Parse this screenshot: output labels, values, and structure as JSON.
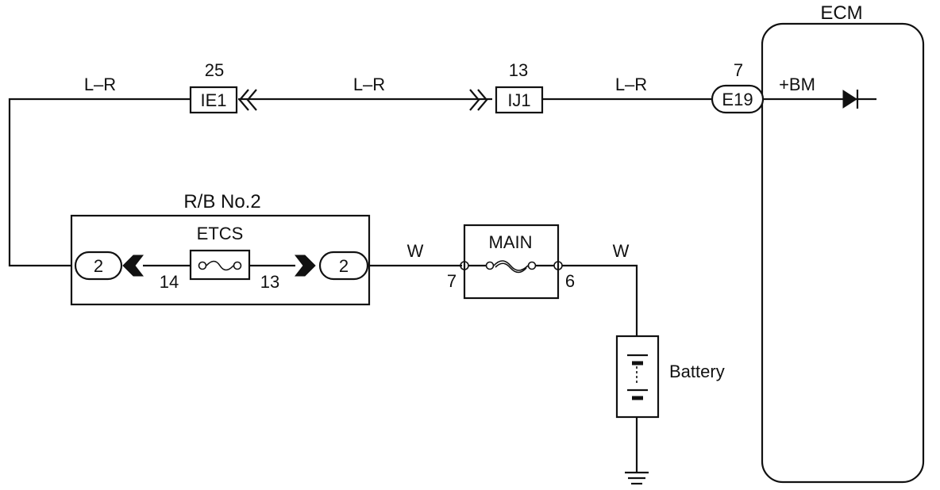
{
  "ecm": {
    "title": "ECM",
    "terminal_name": "+BM",
    "pin": "7",
    "connector": "E19"
  },
  "connectors": {
    "ie1": {
      "label": "IE1",
      "pin": "25"
    },
    "ij1": {
      "label": "IJ1",
      "pin": "13"
    }
  },
  "wires": {
    "top_left": "L–R",
    "top_mid": "L–R",
    "top_right": "L–R",
    "rb_to_main": "W",
    "main_to_battery": "W"
  },
  "relay_block": {
    "title": "R/B No.2",
    "fuse": "ETCS",
    "left_connector": "2",
    "right_connector": "2",
    "left_pin": "14",
    "right_pin": "13"
  },
  "main_fuse": {
    "label": "MAIN",
    "left_pin": "7",
    "right_pin": "6"
  },
  "battery": {
    "label": "Battery"
  }
}
